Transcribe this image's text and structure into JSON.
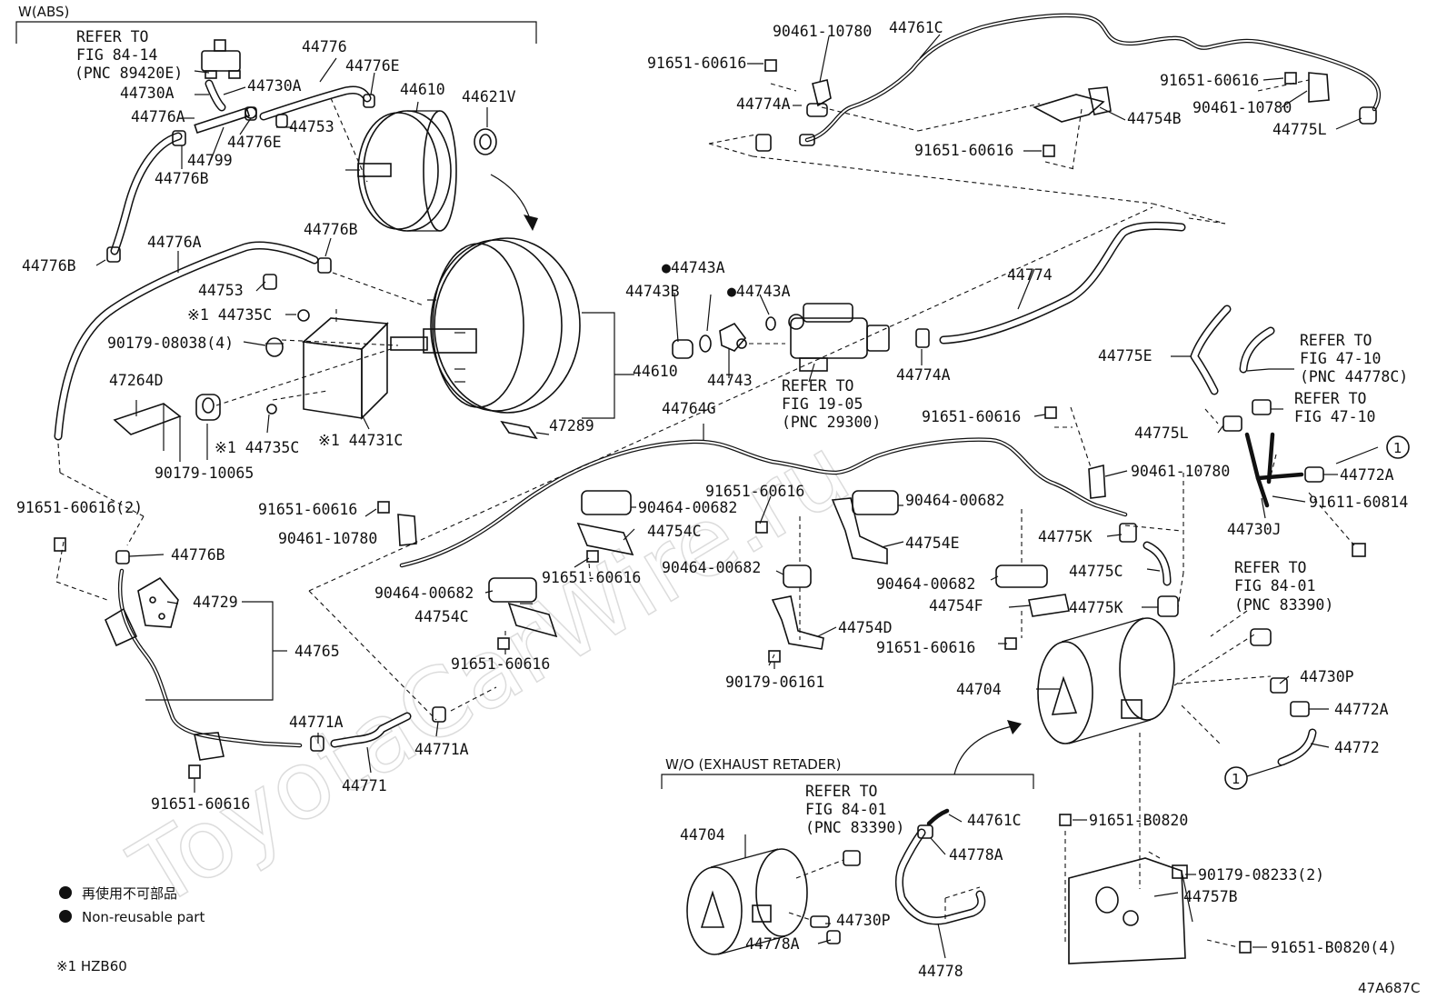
{
  "section_labels": {
    "w_abs": "W(ABS)",
    "wo_exhaust": "W/O (EXHAUST RETADER)"
  },
  "watermark": "ToyotaCarWire.ru",
  "legend": {
    "jp": "再使用不可部品",
    "en": "Non-reusable part",
    "note": "※1 HZB60"
  },
  "figure_code": "47A687C",
  "callout_num": "1",
  "labels": {
    "l1": "REFER TO",
    "l2": "FIG 84-14",
    "l3": "(PNC 89420E)",
    "l4": "44776",
    "l5": "44776E",
    "l6": "44610",
    "l7": "44621V",
    "l8": "44730A",
    "l9": "44730A",
    "l10": "44776A",
    "l11": "44753",
    "l12": "44776E",
    "l13": "44799",
    "l14": "44776B",
    "l15": "44776B",
    "l16": "44776A",
    "l17": "44776B",
    "l18": "44753",
    "l19": "※1 44735C",
    "l20": "90179-08038(4)",
    "l21": "47264D",
    "l22": "90179-10065",
    "l23": "※1 44735C",
    "l24": "※1 44731C",
    "l25": "44610",
    "l26": "47289",
    "l27": "●44743A",
    "l28": "44743B",
    "l29": "●44743A",
    "l30": "44743",
    "l31": "REFER TO",
    "l32": "FIG 19-05",
    "l33": "(PNC 29300)",
    "l34": "44774A",
    "l35": "44774",
    "l36": "90461-10780",
    "l37": "44761C",
    "l38": "91651-60616",
    "l39": "44774A",
    "l40": "91651-60616",
    "l41": "44754B",
    "l42": "91651-60616",
    "l43": "90461-10780",
    "l44": "44775L",
    "l45": "44775E",
    "l46": "REFER TO",
    "l47": "FIG 47-10",
    "l48": "(PNC 44778C)",
    "l49": "REFER TO",
    "l50": "FIG 47-10",
    "l51": "44775L",
    "l52": "44772A",
    "l53": "91611-60814",
    "l54": "44730J",
    "l55": "91651-60616",
    "l56": "90461-10780",
    "l57": "44764G",
    "l58": "91651-60616",
    "l59": "90464-00682",
    "l60": "44754C",
    "l61": "90464-00682",
    "l62": "44754E",
    "l63": "91651-60616",
    "l64": "90461-10780",
    "l65": "91651-60616",
    "l66": "90464-00682",
    "l67": "44754C",
    "l68": "91651-60616",
    "l69": "90464-00682",
    "l70": "44754D",
    "l71": "90464-00682",
    "l72": "44754F",
    "l73": "91651-60616",
    "l74": "90179-06161",
    "l75": "44775K",
    "l76": "44775C",
    "l77": "44775K",
    "l78": "REFER TO",
    "l79": "FIG 84-01",
    "l80": "(PNC 83390)",
    "l81": "44730P",
    "l82": "44772A",
    "l83": "44772",
    "l84": "44704",
    "l85": "91651-60616(2)",
    "l86": "44776B",
    "l87": "44729",
    "l88": "44765",
    "l89": "44771A",
    "l90": "44771A",
    "l91": "44771",
    "l92": "91651-60616",
    "l93": "REFER TO",
    "l94": "FIG 84-01",
    "l95": "(PNC 83390)",
    "l96": "44761C",
    "l97": "44704",
    "l98": "44778A",
    "l99": "44730P",
    "l100": "44778A",
    "l101": "44778",
    "l102": "91651-B0820",
    "l103": "90179-08233(2)",
    "l104": "44757B",
    "l105": "91651-B0820(4)"
  }
}
